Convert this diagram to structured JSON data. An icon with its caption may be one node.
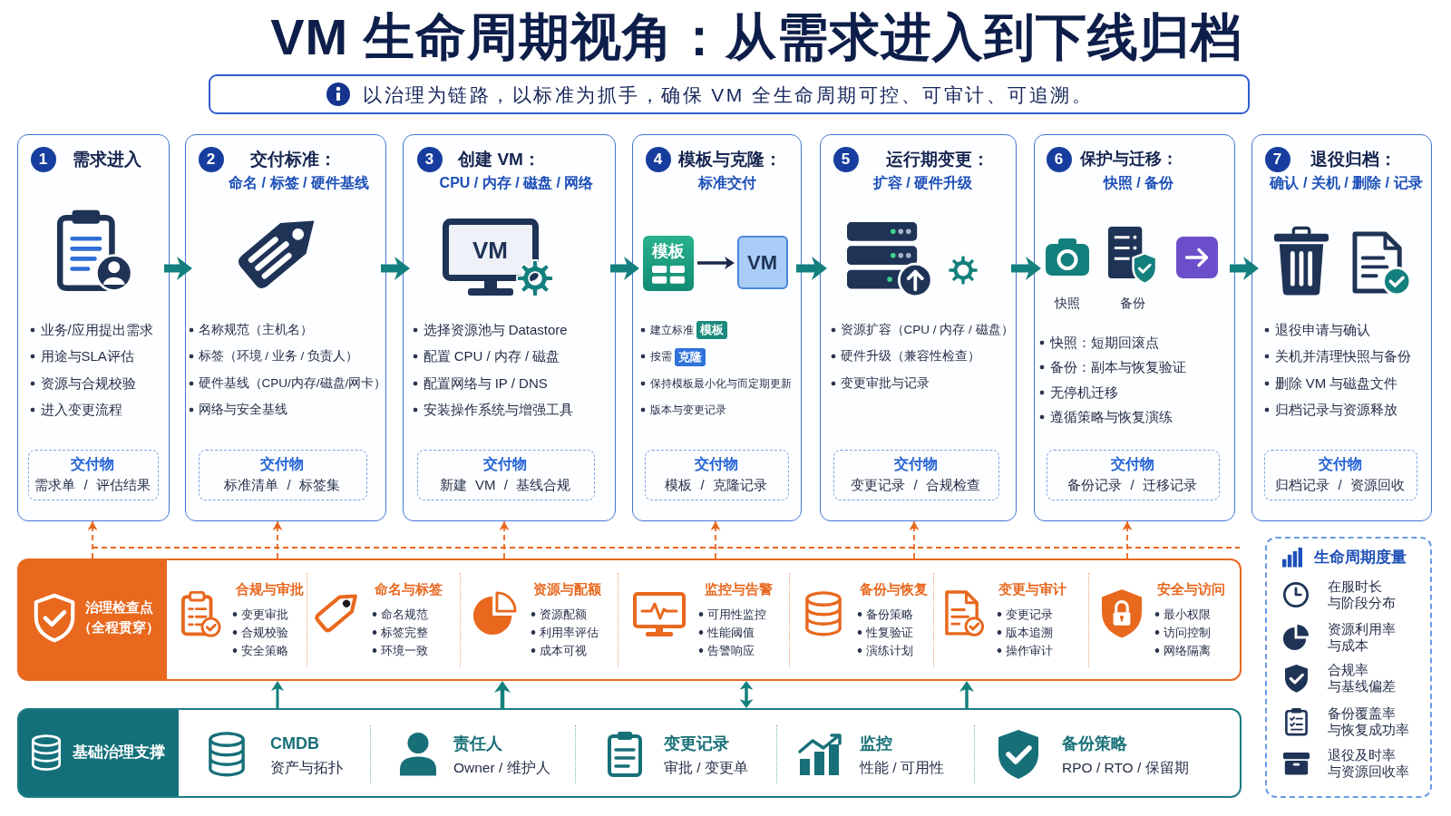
{
  "diagram": {
    "title": "VM 生命周期视角：从需求进入到下线归档",
    "nodes": [
      {
        "text": [
          "以治理为链路，以标准为抓手，确保 VM 全生命周期可控、可审计、可追溯。"
        ]
      },
      {
        "text": [
          "1",
          "需求进入",
          "业务/应用提出需求",
          "用途与SLA评估",
          "资源与合规校验",
          "进入变更流程"
        ]
      },
      {
        "text": [
          "交付物",
          "需求单 / 评估结果"
        ],
        "in": 1
      },
      {
        "text": [
          "2",
          "交付标准：",
          "命名 / 标签 / 硬件基线",
          "名称规范（主机名）",
          "标签（环境 / 业务 / 负责人）",
          "硬件基线（CPU/内存/磁盘/网卡）",
          "网络与安全基线"
        ]
      },
      {
        "text": [
          "交付物",
          "标准清单 / 标签集"
        ],
        "in": 3
      },
      {
        "text": [
          "3",
          "创建 VM：",
          "CPU / 内存 / 磁盘 / 网络",
          "选择资源池与 Datastore",
          "配置 CPU / 内存 / 磁盘",
          "配置网络与 IP / DNS",
          "安装操作系统与增强工具"
        ]
      },
      {
        "text": [
          "VM"
        ],
        "in": 5
      },
      {
        "text": [
          "交付物",
          "新建 VM / 基线合规"
        ],
        "in": 5
      },
      {
        "text": [
          "4",
          "模板与克隆：",
          "标准交付",
          "建立标准",
          "按需",
          "保持模板最小化与而定期更新",
          "版本与变更记录"
        ]
      },
      {
        "text": [
          "模板"
        ],
        "in": 8
      },
      {
        "text": [
          "VM"
        ],
        "in": 8
      },
      {
        "text": [
          "模板"
        ],
        "in": 8
      },
      {
        "text": [
          "克隆"
        ],
        "in": 8
      },
      {
        "text": [
          "交付物",
          "模板 / 克隆记录"
        ],
        "in": 8
      },
      {
        "text": [
          "5",
          "运行期变更：",
          "扩容 / 硬件升级",
          "资源扩容（CPU / 内存 / 磁盘）",
          "硬件升级（兼容性检查）",
          "变更审批与记录"
        ]
      },
      {
        "text": [
          "交付物",
          "变更记录 / 合规检查"
        ],
        "in": 14
      },
      {
        "text": [
          "6",
          "保护与迁移：",
          "快照 / 备份",
          "快照",
          "备份",
          "快照：短期回滚点",
          "备份：副本与恢复验证",
          "无停机迁移",
          "遵循策略与恢复演练"
        ]
      },
      {
        "text": [
          "交付物",
          "备份记录 / 迁移记录"
        ],
        "in": 16
      },
      {
        "text": [
          "7",
          "退役归档：",
          "确认 / 关机 / 删除 / 记录",
          "退役申请与确认",
          "关机并清理快照与备份",
          "删除 VM 与磁盘文件",
          "归档记录与资源释放"
        ]
      },
      {
        "text": [
          "交付物",
          "归档记录 / 资源回收"
        ],
        "in": 18
      },
      {
        "text": [
          "治理检查点（全程贯穿）",
          "合规与审批",
          "变更审批",
          "合规校验",
          "安全策略",
          "命名与标签",
          "命名规范",
          "标签完整",
          "环境一致",
          "资源与配额",
          "资源配额",
          "利用率评估",
          "成本可视",
          "监控与告警",
          "可用性监控",
          "性能阈值",
          "告警响应",
          "备份与恢复",
          "备份策略",
          "性复验证",
          "演练计划",
          "变更与审计",
          "变更记录",
          "版本追溯",
          "操作审计",
          "安全与访问",
          "最小权限",
          "访问控制",
          "网络隔离"
        ]
      },
      {
        "text": [
          "基础治理支撑",
          "CMDB",
          "资产与拓扑",
          "责任人",
          "Owner / 维护人",
          "变更记录",
          "审批 / 变更单",
          "监控",
          "性能 / 可用性",
          "备份策略",
          "RPO / RTO / 保留期"
        ]
      },
      {
        "text": [
          "生命周期度量",
          "在服时长与阶段分布",
          "资源利用率与成本",
          "合规率与基线偏差",
          "备份覆盖率与恢复成功率",
          "退役及时率与资源回收率"
        ]
      }
    ],
    "edges": [
      {
        "from": 1,
        "to": 3,
        "arrow": "to"
      },
      {
        "from": 3,
        "to": 5,
        "arrow": "to"
      },
      {
        "from": 5,
        "to": 8,
        "arrow": "to"
      },
      {
        "from": 8,
        "to": 14,
        "arrow": "to"
      },
      {
        "from": 14,
        "to": 16,
        "arrow": "to"
      },
      {
        "from": 16,
        "to": 18,
        "arrow": "to"
      },
      {
        "from": 9,
        "to": 10,
        "arrow": "to",
        "color": "#1b2a4a"
      },
      {
        "from": 20,
        "to": 1,
        "arrow": "to",
        "style": "dashed",
        "color": "#e8681e"
      },
      {
        "from": 20,
        "to": 3,
        "arrow": "to",
        "style": "dashed",
        "color": "#e8681e"
      },
      {
        "from": 20,
        "to": 5,
        "arrow": "to",
        "style": "dashed",
        "color": "#e8681e"
      },
      {
        "from": 20,
        "to": 8,
        "arrow": "to",
        "style": "dashed",
        "color": "#e8681e"
      },
      {
        "from": 20,
        "to": 14,
        "arrow": "to",
        "style": "dashed",
        "color": "#e8681e"
      },
      {
        "from": 20,
        "to": 16,
        "arrow": "to",
        "style": "dashed",
        "color": "#e8681e"
      },
      {
        "from": 21,
        "to": 20,
        "arrow": "to"
      },
      {
        "from": 21,
        "to": 20,
        "arrow": "to"
      },
      {
        "from": 21,
        "to": 20,
        "arrow": "both"
      },
      {
        "from": 21,
        "to": 20,
        "arrow": "to"
      }
    ]
  }
}
